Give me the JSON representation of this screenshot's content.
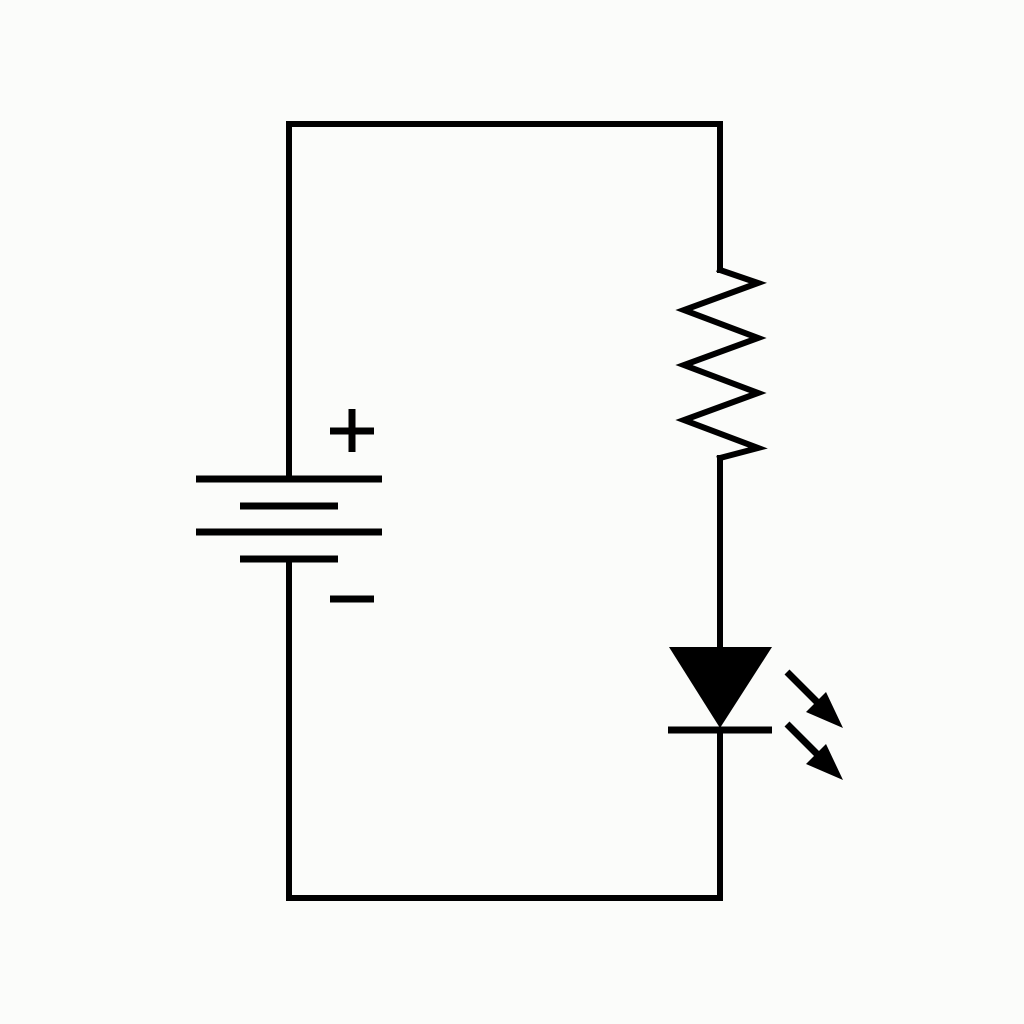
{
  "diagram": {
    "type": "circuit-schematic",
    "components": [
      {
        "kind": "battery",
        "cells": 2,
        "terminals": {
          "positive": "+",
          "negative": "−"
        }
      },
      {
        "kind": "resistor",
        "style": "zigzag"
      },
      {
        "kind": "led",
        "emission_arrows": 2
      }
    ],
    "colors": {
      "line": "#000000",
      "background": "#fbfcfa"
    }
  }
}
